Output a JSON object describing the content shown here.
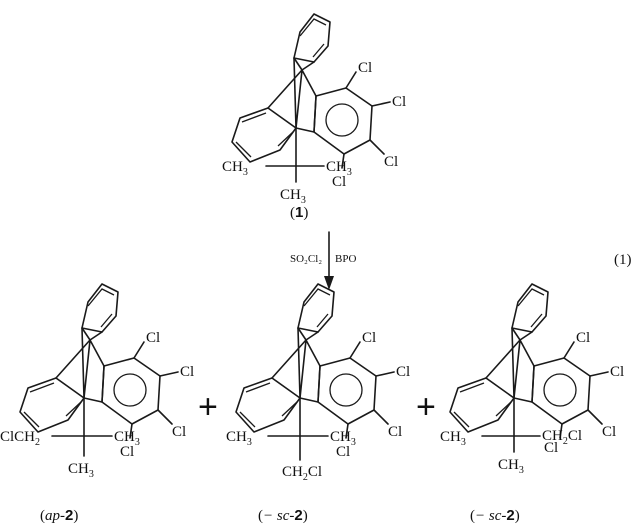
{
  "atoms": {
    "cl": "Cl",
    "ch3": "CH",
    "three": "3",
    "ch2": "CH",
    "two": "2",
    "clch2": "ClCH",
    "ch2cl_a": "CH",
    "ch2cl_b": "Cl"
  },
  "compound_1": {
    "open": "(",
    "number": "1",
    "close": ")"
  },
  "reaction": {
    "reagent_left": "SO₂Cl₂",
    "reagent_right": "BPO",
    "equation_label": "(1)"
  },
  "products": [
    {
      "open": "(",
      "descriptor": "ap-",
      "number": "2",
      "close": ")"
    },
    {
      "open": "(",
      "descriptor": "− sc-",
      "number": "2",
      "close": ")"
    },
    {
      "open": "(",
      "descriptor": "− sc-",
      "number": "2",
      "close": ")"
    }
  ],
  "plus_sign": "+"
}
